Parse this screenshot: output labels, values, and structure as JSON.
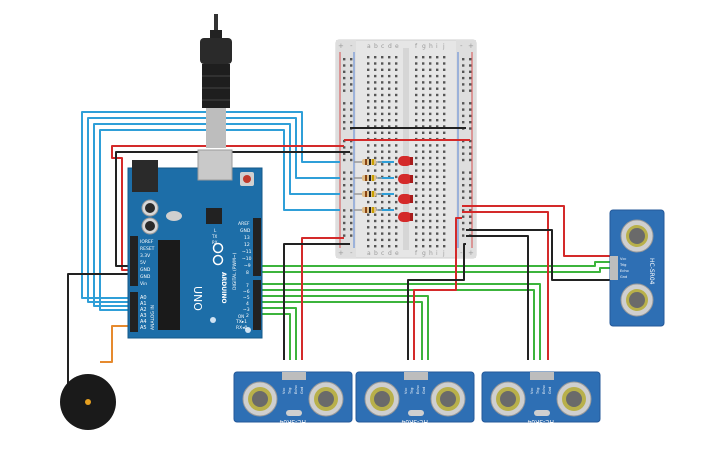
{
  "arduino": {
    "brand": "ARDUINO",
    "model": "UNO",
    "power_labels": [
      "IOREF",
      "RESET",
      "3.3V",
      "5V",
      "GND",
      "GND",
      "Vin"
    ],
    "analog_header": "ANALOG IN",
    "analog_labels": [
      "A0",
      "A1",
      "A2",
      "A3",
      "A4",
      "A5"
    ],
    "digital_top_labels": [
      "AREF",
      "GND",
      "13",
      "12",
      "~11",
      "~10",
      "~9",
      "8"
    ],
    "digital_bottom_labels": [
      "7",
      "~6",
      "~5",
      "4",
      "~3",
      "2",
      "TX▸1",
      "RX◂0"
    ],
    "digital_header": "DIGITAL (PWM~)",
    "led_labels": [
      "L",
      "TX",
      "RX"
    ],
    "on_label": "ON"
  },
  "breadboard": {
    "column_letters_left": [
      "a",
      "b",
      "c",
      "d",
      "e"
    ],
    "column_letters_right": [
      "f",
      "g",
      "h",
      "i",
      "j"
    ],
    "rail_plus": "+",
    "rail_minus": "-"
  },
  "sensors": [
    {
      "model": "HC-SR04",
      "pins": [
        "Vcc",
        "Trig",
        "Echo",
        "Gnd"
      ],
      "orientation": "vertical"
    },
    {
      "model": "HC-SR04",
      "pins": [
        "Vcc",
        "Trig",
        "Echo",
        "Gnd"
      ],
      "orientation": "horizontal"
    },
    {
      "model": "HC-SR04",
      "pins": [
        "Vcc",
        "Trig",
        "Echo",
        "Gnd"
      ],
      "orientation": "horizontal"
    },
    {
      "model": "HC-SR04",
      "pins": [
        "Vcc",
        "Trig",
        "Echo",
        "Gnd"
      ],
      "orientation": "horizontal"
    }
  ],
  "components": {
    "leds": 4,
    "resistors": 4,
    "buzzer": 1
  },
  "colors": {
    "board": "#1d6ea8",
    "breadboard": "#e6e6e6",
    "sensor": "#2e6fb4",
    "wire_blue": "#2f9fd8",
    "wire_green": "#3cb43c",
    "wire_red": "#d42a2a",
    "wire_black": "#222222",
    "wire_orange": "#e68a2e",
    "led": "#d42a2a"
  }
}
